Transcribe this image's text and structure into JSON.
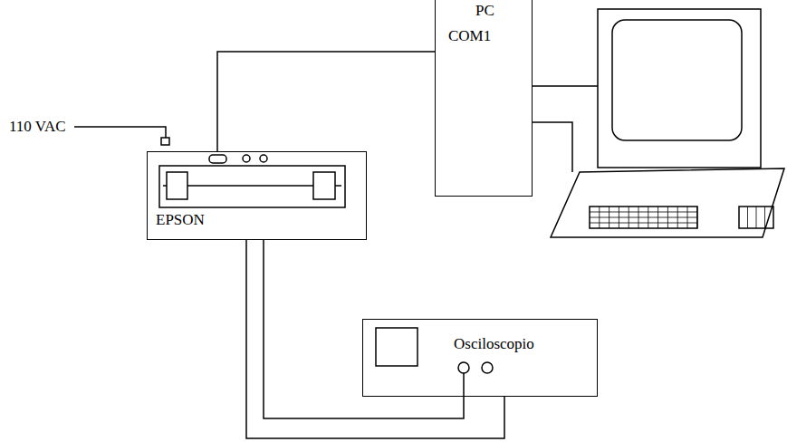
{
  "diagram": {
    "nodes": [
      {
        "text": [
          "EPSON"
        ]
      },
      {
        "text": [
          "PC",
          "COM1"
        ]
      },
      {
        "text": [
          "Osciloscopio"
        ]
      }
    ],
    "edges": [
      {
        "from": 0,
        "to": 1,
        "arrow": "none"
      },
      {
        "from": 0,
        "to": 2,
        "arrow": "none"
      },
      {
        "from": 0,
        "to": 2,
        "arrow": "none"
      }
    ],
    "labels": [
      "110 VAC"
    ]
  }
}
